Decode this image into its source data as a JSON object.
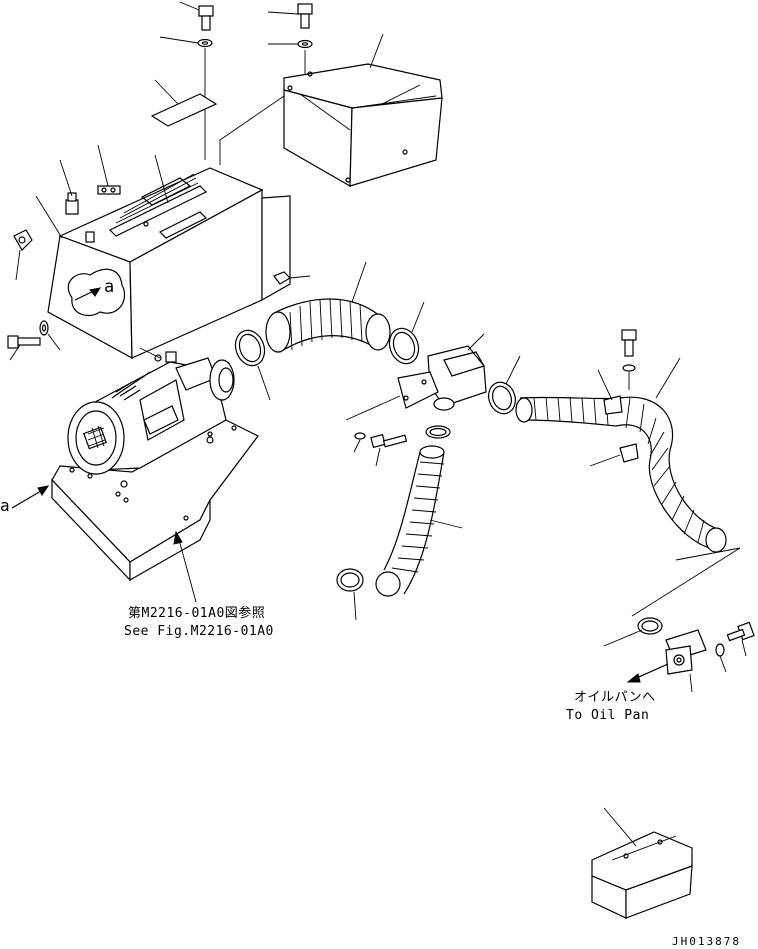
{
  "callouts": {
    "see_fig_jp": "第M2216-01A0図参照",
    "see_fig_en": "See Fig.M2216-01A0",
    "oil_pan_jp": "オイルパンへ",
    "oil_pan_en": "To Oil Pan",
    "view_mark_left": "a",
    "view_mark_inside": "a"
  },
  "drawing_number": "JH013878",
  "colors": {
    "ink": "#000000",
    "paper": "#ffffff"
  }
}
